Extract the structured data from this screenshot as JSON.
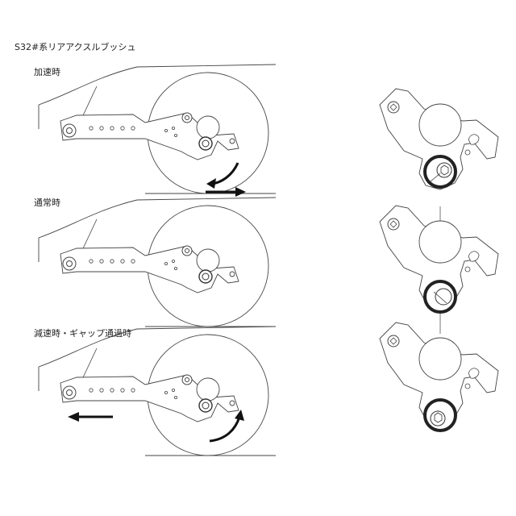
{
  "title": "S32#系リアアクスルブッシュ",
  "states": [
    {
      "key": "accel",
      "label": "加速時"
    },
    {
      "key": "normal",
      "label": "通常時"
    },
    {
      "key": "decel",
      "label": "減速時・ギャップ通過時"
    }
  ],
  "colors": {
    "line": "#444444",
    "arrow": "#111111",
    "bg": "#ffffff",
    "highlight": "#cccccc"
  }
}
